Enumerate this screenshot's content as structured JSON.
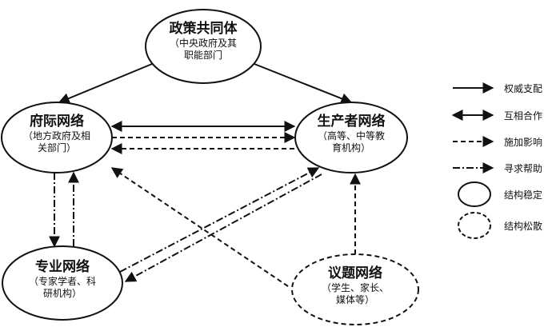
{
  "nodes": {
    "policy": {
      "title": "政策共同体",
      "sub1": "（中央政府及其",
      "sub2": "职能部门"
    },
    "intergov": {
      "title": "府际网络",
      "sub1": "（地方政府及相",
      "sub2": "关部门）"
    },
    "producer": {
      "title": "生产者网络",
      "sub1": "（高等、中等教",
      "sub2": "育机构）"
    },
    "professional": {
      "title": "专业网络",
      "sub1": "（专家学者、科",
      "sub2": "研机构）"
    },
    "issue": {
      "title": "议题网络",
      "sub1": "（学生、家长、",
      "sub2": "媒体等）"
    }
  },
  "legend": {
    "authority": "权威支配",
    "cooperation": "互相合作",
    "influence": "施加影响",
    "help": "寻求帮助",
    "stable": "结构稳定",
    "loose": "结构松散"
  }
}
